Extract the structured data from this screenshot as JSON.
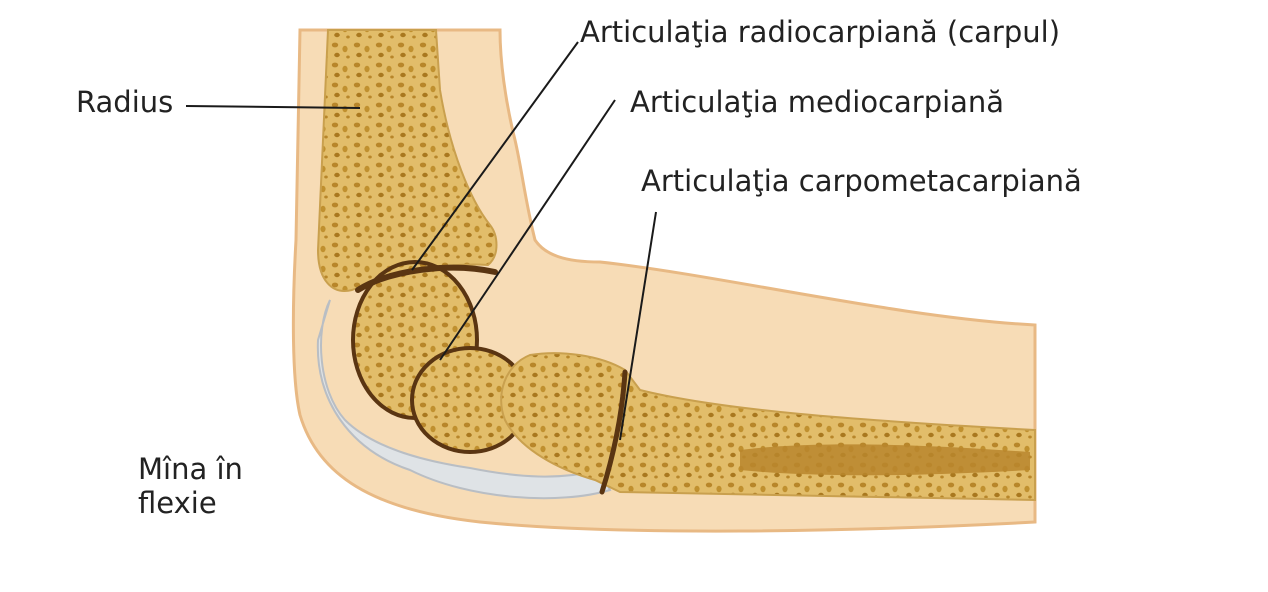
{
  "labels": {
    "radius": "Radius",
    "radiocarpal_joint": "Articulaţia radiocarpiană (carpul)",
    "midcarpal_joint": "Articulaţia mediocarpiană",
    "carpometacarpal_joint": "Articulaţia carpometacarpiană",
    "hand_flexion_line1": "Mîna în",
    "hand_flexion_line2": "flexie"
  },
  "colors": {
    "skin": "#f7dcb6",
    "skin_outline": "#e8b984",
    "bone": "#e2bd6a",
    "bone_spot": "#b8862a",
    "cartilage": "#dfe3e6",
    "joint_line": "#5a3512",
    "leader": "#1a1a1a"
  }
}
